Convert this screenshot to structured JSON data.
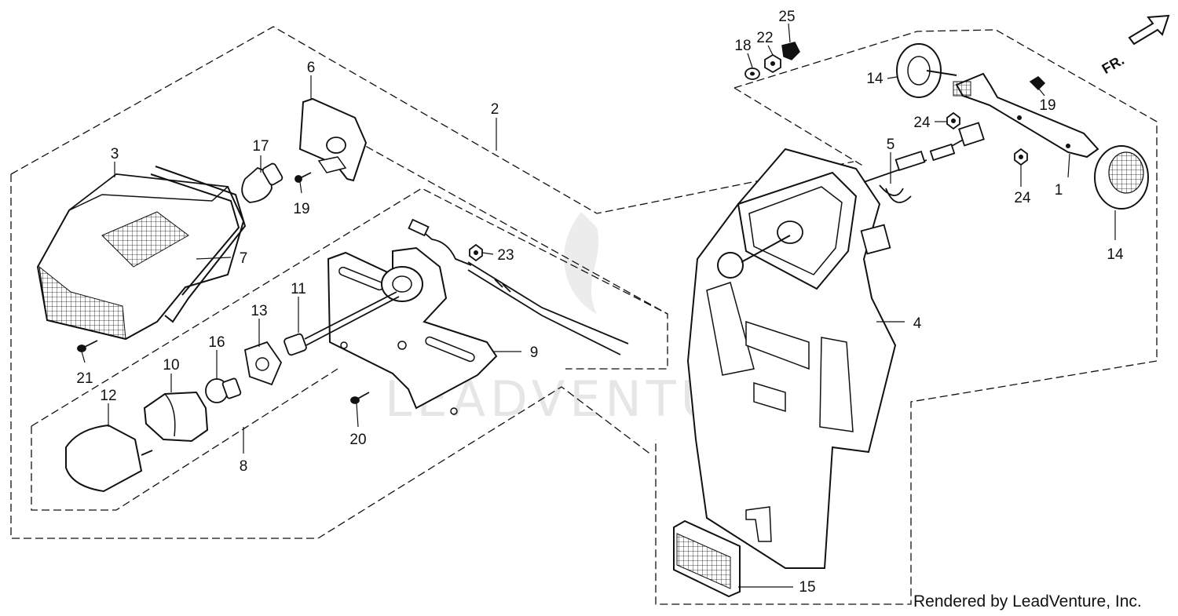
{
  "callouts": {
    "c1": "1",
    "c2": "2",
    "c3": "3",
    "c4": "4",
    "c5": "5",
    "c6": "6",
    "c7": "7",
    "c8": "8",
    "c9": "9",
    "c10": "10",
    "c11": "11",
    "c12": "12",
    "c13": "13",
    "c14a": "14",
    "c14b": "14",
    "c15": "15",
    "c16": "16",
    "c17": "17",
    "c18": "18",
    "c19a": "19",
    "c19b": "19",
    "c20": "20",
    "c21": "21",
    "c22": "22",
    "c23": "23",
    "c24a": "24",
    "c24b": "24",
    "c25": "25"
  },
  "direction_label": "FR.",
  "watermark_text": "LEADVENTURE",
  "credit": "Rendered by LeadVenture, Inc.",
  "colors": {
    "line": "#111111",
    "watermark": "#e6e6e6",
    "background": "#ffffff"
  }
}
